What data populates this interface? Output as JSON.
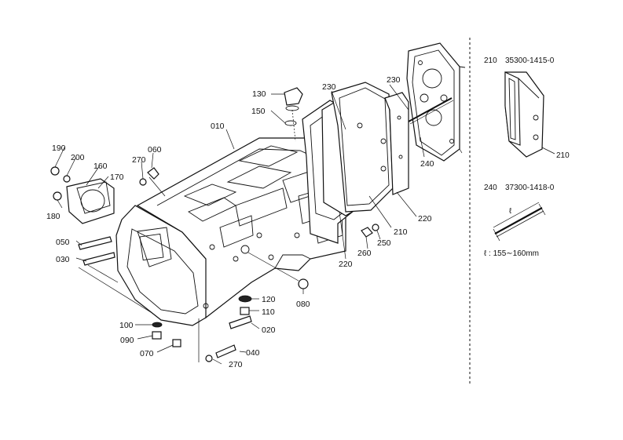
{
  "callouts": {
    "c010": "010",
    "c020": "020",
    "c030": "030",
    "c040": "040",
    "c050": "050",
    "c060": "060",
    "c070": "070",
    "c080": "080",
    "c090": "090",
    "c100": "100",
    "c110": "110",
    "c120": "120",
    "c130": "130",
    "c150": "150",
    "c160": "160",
    "c170": "170",
    "c180": "180",
    "c190": "190",
    "c200": "200",
    "c210a": "210",
    "c210b": "210",
    "c220a": "220",
    "c220b": "220",
    "c230a": "230",
    "c230b": "230",
    "c240": "240",
    "c250": "250",
    "c260": "260",
    "c270a": "270",
    "c270b": "270"
  },
  "reference_panel": {
    "item1": {
      "ref": "210",
      "part_no": "35300-1415-0",
      "callout": "210"
    },
    "item2": {
      "ref": "240",
      "part_no": "37300-1418-0"
    },
    "dim_symbol": "ℓ",
    "length_note": "ℓ : 155∼160mm"
  }
}
